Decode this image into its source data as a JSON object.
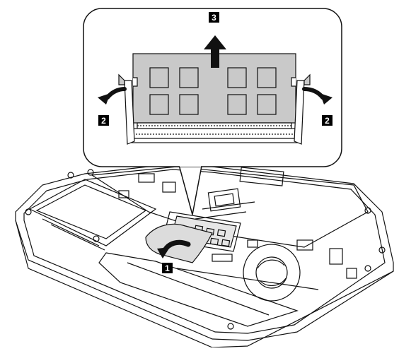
{
  "steps": {
    "step1": "1",
    "step2_left": "2",
    "step2_right": "2",
    "step3": "3"
  },
  "colors": {
    "line": "#111111",
    "module_fill": "#c9c9c9",
    "chip_fill": "#c9c9c9",
    "label_bg": "#000000",
    "label_fg": "#ffffff",
    "arrow": "#111111",
    "callout_bg": "#ffffff"
  }
}
